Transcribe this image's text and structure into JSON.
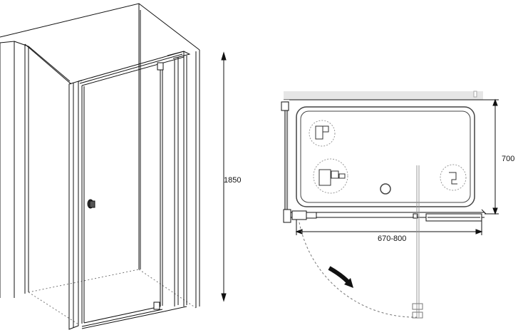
{
  "dimensions": {
    "height": "1850",
    "depth": "700",
    "width": "670-800"
  },
  "colors": {
    "line": "#111111",
    "wall_fill": "#e6e6e6",
    "detail_line": "#9a9a9a",
    "tray_line": "#444444"
  }
}
